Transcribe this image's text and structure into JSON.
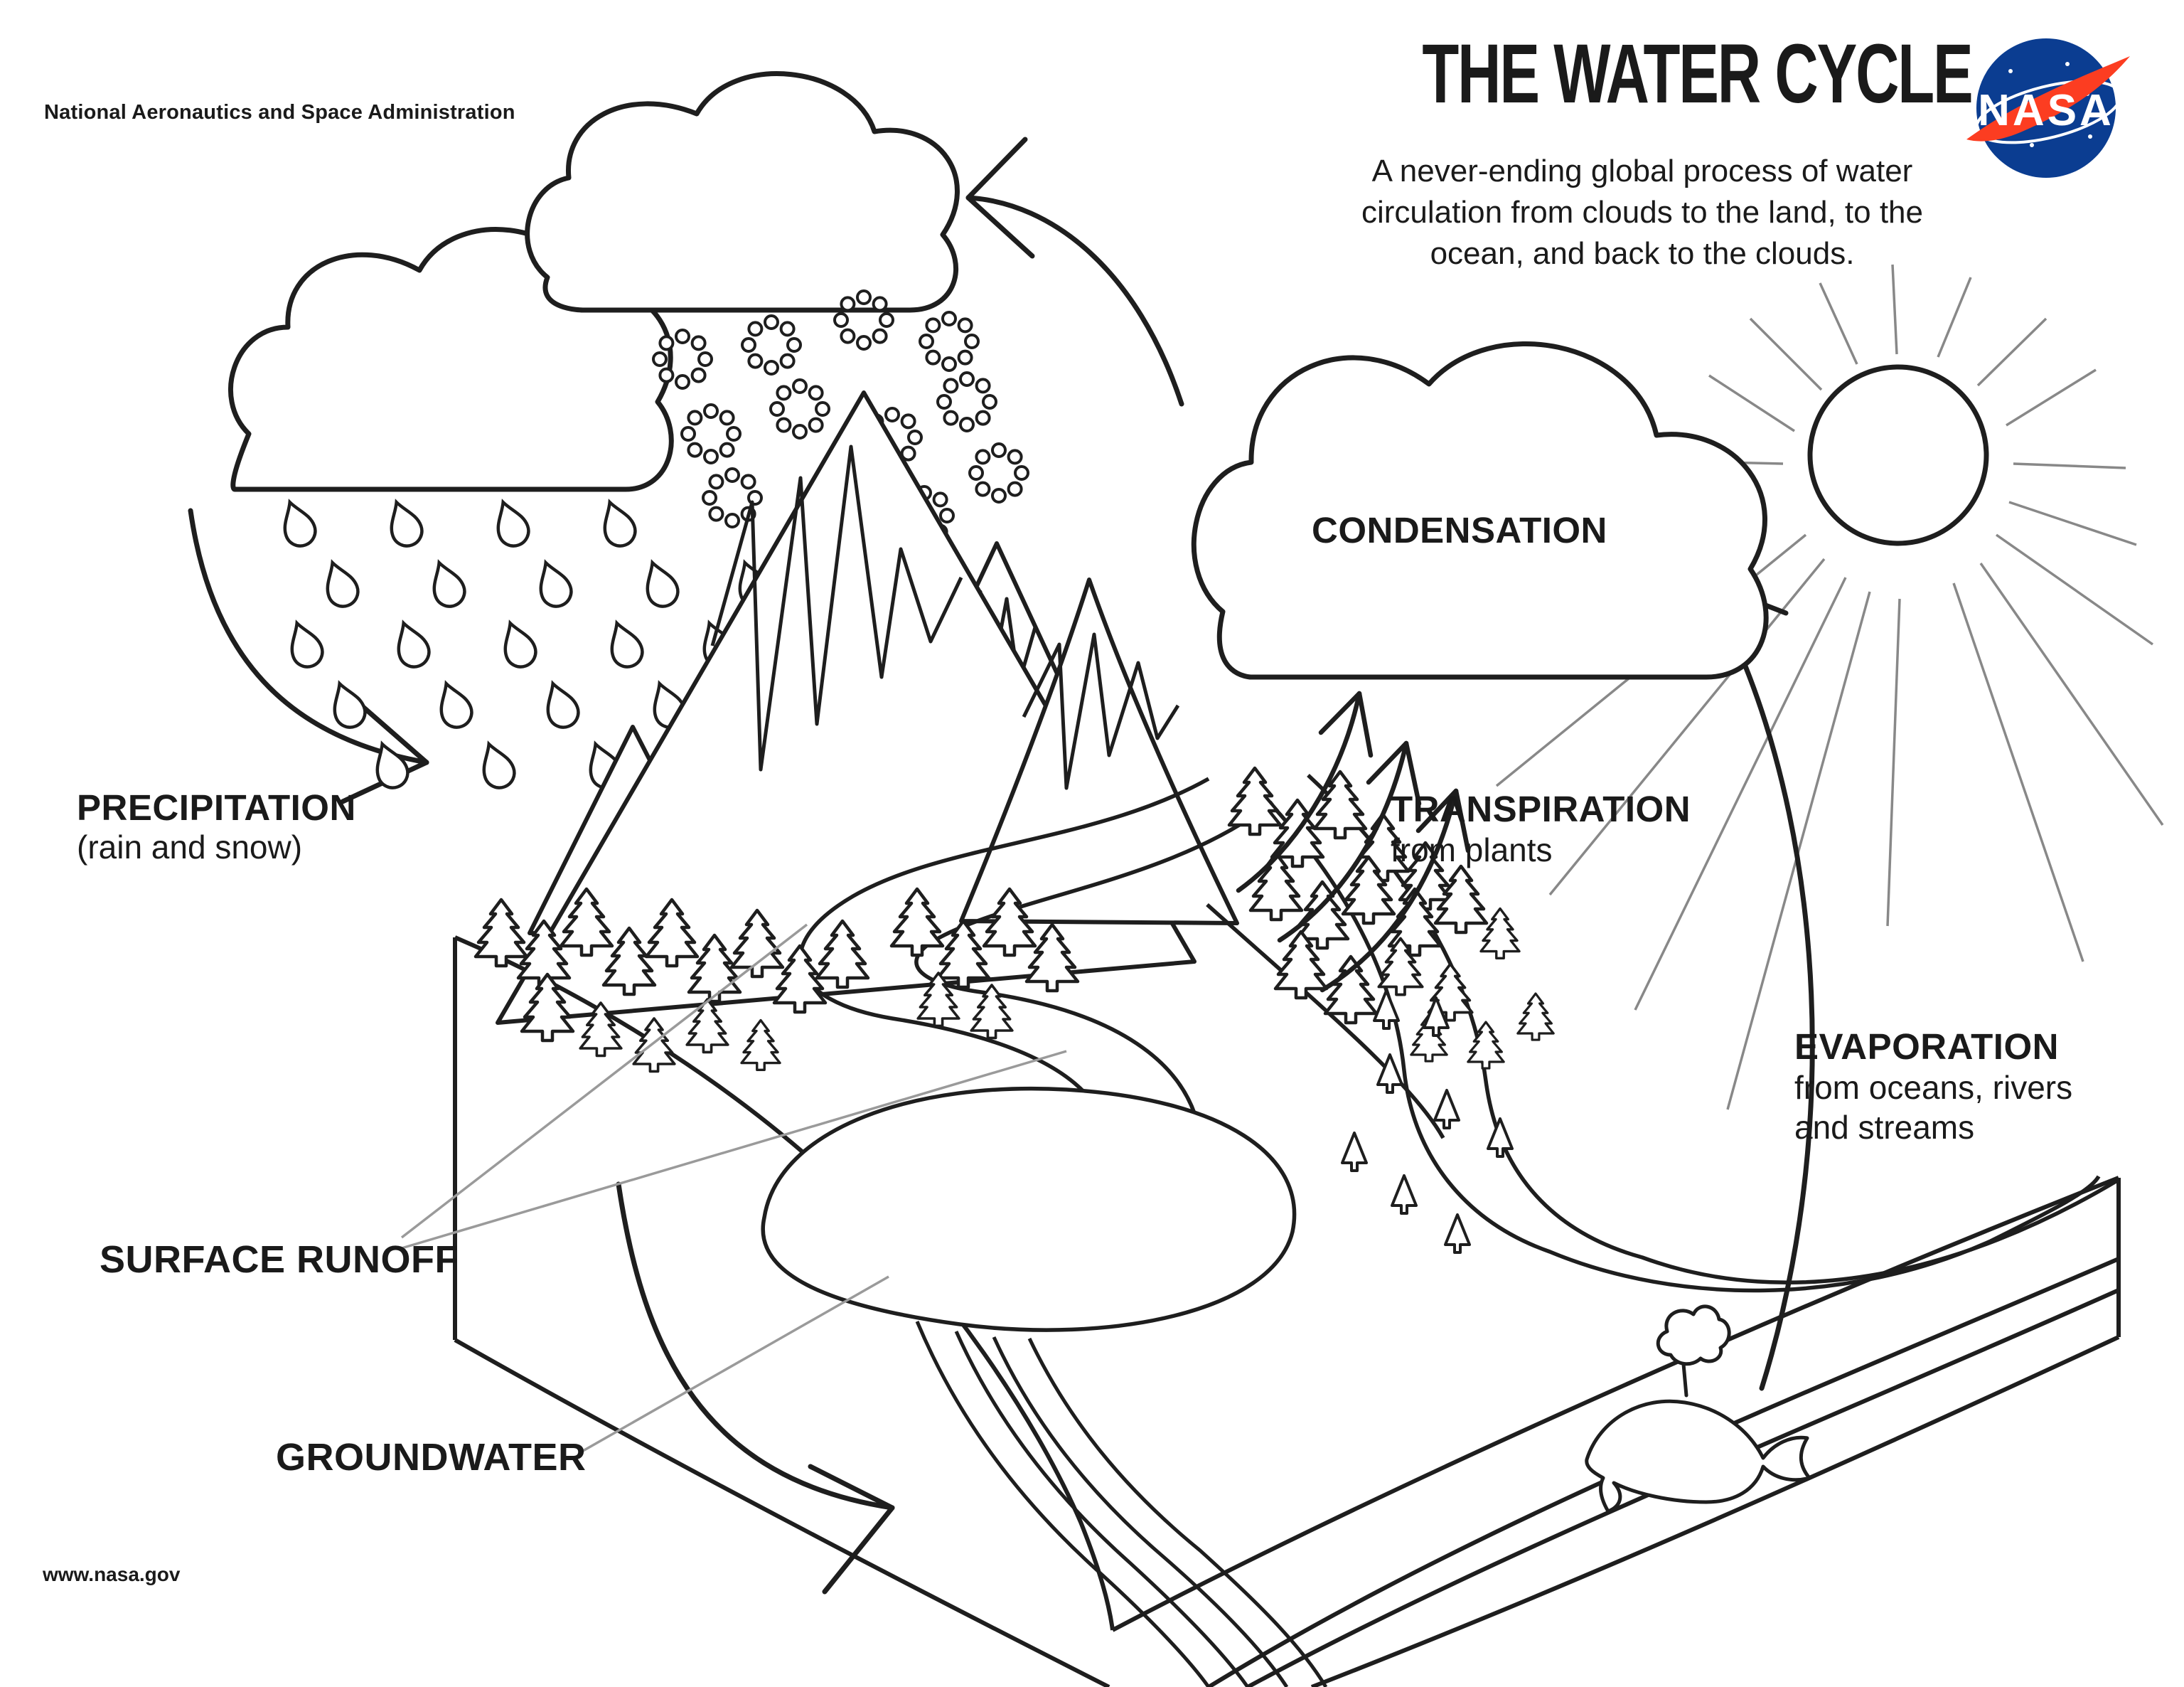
{
  "page": {
    "background": "#ffffff",
    "ink": "#1e1e1e",
    "sun_ray_color": "#888888",
    "leader_line_color": "#9a9a9a"
  },
  "header": {
    "agency": "National Aeronautics and Space Administration",
    "title": "THE WATER CYCLE",
    "subtitle_lines": [
      "A never-ending global process of water",
      "circulation from clouds to the land, to the",
      "ocean, and back to the clouds."
    ]
  },
  "logo": {
    "name": "nasa-insignia",
    "text": "NASA",
    "circle_color": "#0b3d91",
    "swoosh_color": "#fc3d21",
    "text_color": "#ffffff"
  },
  "labels": {
    "precipitation": {
      "title": "PRECIPITATION",
      "subtitle": "(rain and snow)"
    },
    "condensation": {
      "title": "CONDENSATION"
    },
    "transpiration": {
      "title": "TRANSPIRATION",
      "subtitle": "from plants"
    },
    "evaporation": {
      "title": "EVAPORATION",
      "subtitle_lines": [
        "from oceans, rivers",
        "and streams"
      ]
    },
    "surface_runoff": {
      "title": "SURFACE RUNOFF"
    },
    "groundwater": {
      "title": "GROUNDWATER"
    }
  },
  "footer": {
    "url": "www.nasa.gov"
  },
  "icons": [
    "rain-cloud-icon",
    "snow-cloud-icon",
    "condensation-cloud-icon",
    "raindrop-icon",
    "snowflake-icon",
    "mountain-icon",
    "pine-tree-icon",
    "sun-icon",
    "whale-icon",
    "river-icon",
    "pond-icon",
    "groundwater-stream-icon",
    "land-block-icon",
    "cycle-arrow-icon",
    "nasa-insignia-icon"
  ]
}
